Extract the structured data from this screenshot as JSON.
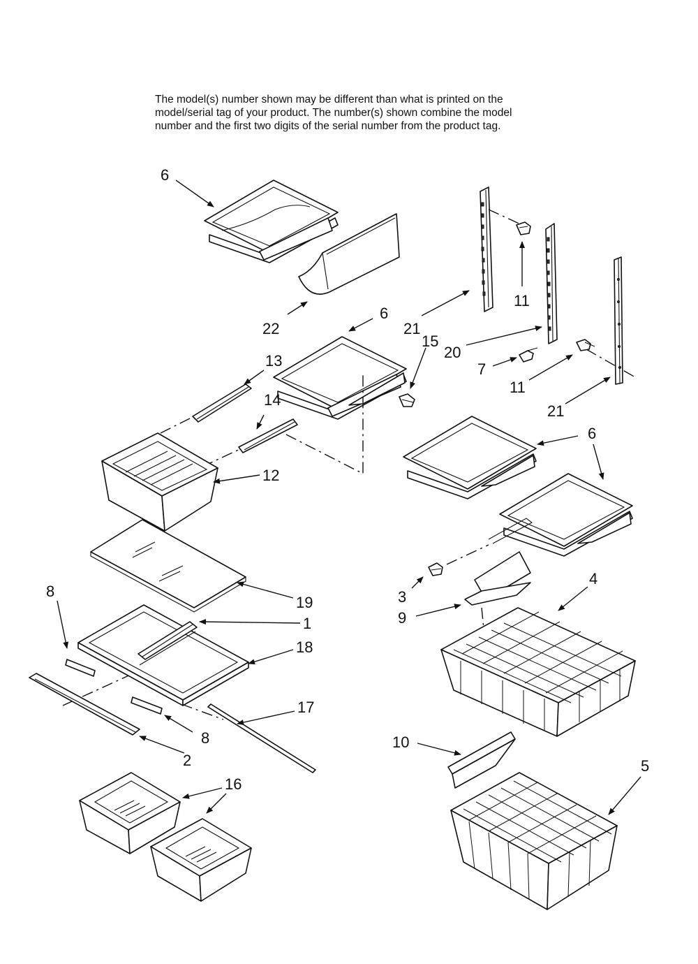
{
  "notice": [
    "The model(s) number shown may be different than what is printed on the",
    "model/serial tag of your product. The number(s) shown combine the model",
    "number and the first two digits of the serial number from the product tag."
  ],
  "callouts": {
    "c1": "6",
    "c2": "22",
    "c3": "6",
    "c4": "21",
    "c5": "15",
    "c6": "11",
    "c7": "20",
    "c8": "7",
    "c9": "11",
    "c10": "21",
    "c11": "13",
    "c12": "14",
    "c13": "12",
    "c14": "6",
    "c15": "19",
    "c16": "8",
    "c17": "1",
    "c18": "18",
    "c19": "4",
    "c20": "3",
    "c21": "9",
    "c22": "8",
    "c23": "17",
    "c24": "2",
    "c25": "10",
    "c26": "5",
    "c27": "16"
  }
}
